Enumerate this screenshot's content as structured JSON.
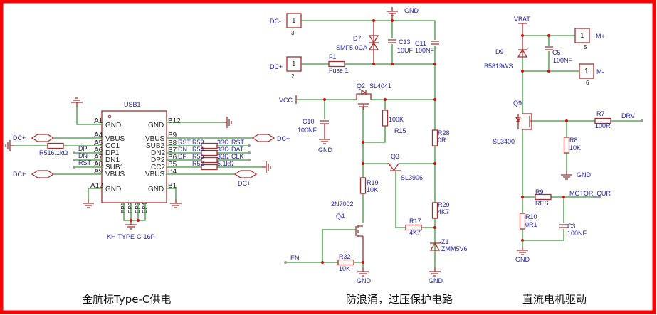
{
  "sections": {
    "usb_title": "金航标Type-C供电",
    "protection_title": "防浪涌，过压保护电路",
    "motor_title": "直流电机驱动"
  },
  "usb": {
    "ref": "USB1",
    "part": "KH-TYPE-C-16P",
    "left_pins": [
      {
        "num": "A1",
        "name": "GND"
      },
      {
        "num": "A4",
        "name": "VBUS"
      },
      {
        "num": "A5",
        "name": "CC1"
      },
      {
        "num": "A6",
        "name": "DP1"
      },
      {
        "num": "A7",
        "name": "DN1"
      },
      {
        "num": "A8",
        "name": "SUB1"
      },
      {
        "num": "A9",
        "name": "VBUS"
      },
      {
        "num": "A12",
        "name": "GND"
      }
    ],
    "right_pins": [
      {
        "num": "B12",
        "name": "GND"
      },
      {
        "num": "B9",
        "name": "VBUS"
      },
      {
        "num": "B8",
        "name": "SUB2"
      },
      {
        "num": "B7",
        "name": "DN2"
      },
      {
        "num": "B6",
        "name": "DP2"
      },
      {
        "num": "B5",
        "name": "CC2"
      },
      {
        "num": "B4",
        "name": "VBUS"
      },
      {
        "num": "B1",
        "name": "GND"
      }
    ],
    "ep_pins": [
      "EP1",
      "EP2",
      "EP3",
      "EP4"
    ],
    "left_nets": {
      "dc_plus_1": "DC+",
      "dc_plus_2": "DC+",
      "dp": "DP",
      "dn": "DN",
      "rst": "RST"
    },
    "r51": "R516.1kΩ",
    "right_nets": {
      "rst": "RST",
      "dn": "DN",
      "dp": "DP",
      "dc_plus_1": "DC+",
      "dc_plus_2": "DC+"
    },
    "right_res": [
      {
        "ref": "R53",
        "value": "33Ω",
        "net": "RST"
      },
      {
        "ref": "R54",
        "value": "33Ω",
        "net": "DAT"
      },
      {
        "ref": "R55",
        "value": "33Ω",
        "net": "CLK"
      },
      {
        "ref": "R52",
        "value": "5.1kΩ",
        "net": ""
      }
    ]
  },
  "protection": {
    "conn_dcminus": {
      "label": "DC-",
      "pin": "1",
      "num": "3"
    },
    "conn_dcplus": {
      "label": "DC+",
      "pin": "1",
      "num": "2"
    },
    "gnd_top": "GND",
    "d7": {
      "ref": "D7",
      "value": "SMF5.0CA"
    },
    "c13": {
      "ref": "C13",
      "value": "10UF"
    },
    "c11": {
      "ref": "C11",
      "value": "100NF"
    },
    "f1": {
      "ref": "F1",
      "value": "Fuse 1"
    },
    "q2": {
      "ref": "Q2",
      "value": "SL4041"
    },
    "vcc": "VCC",
    "c10": {
      "ref": "C10",
      "value": "100NF"
    },
    "gnd_c10": "GND",
    "r15": {
      "ref": "R15",
      "value": "100K"
    },
    "r28": {
      "ref": "R28",
      "value": "0R"
    },
    "q3": {
      "ref": "Q3",
      "value": "SL3906"
    },
    "r19": {
      "ref": "R19",
      "value": "10K"
    },
    "q4": {
      "ref": "Q4",
      "value": "2N7002"
    },
    "r29": {
      "ref": "R29",
      "value": "4K7"
    },
    "r17": {
      "ref": "R17",
      "value": "4K7"
    },
    "z1": {
      "ref": "Z1",
      "value": "ZMM5V6"
    },
    "en": "EN",
    "r32": {
      "ref": "R32",
      "value": "10K"
    },
    "gnd_q4": "GND",
    "gnd_z1": "GND"
  },
  "motor": {
    "vbat": "VBAT",
    "conn_mplus": {
      "label": "M+",
      "pin": "1",
      "num": "5"
    },
    "conn_mminus": {
      "label": "M-",
      "pin": "1",
      "num": "6"
    },
    "d9": {
      "ref": "D9",
      "value": "B5819WS"
    },
    "c5": {
      "ref": "C5",
      "value": "100NF"
    },
    "q9": {
      "ref": "Q9",
      "value": "SL3400"
    },
    "r7": {
      "ref": "R7",
      "value": "100R"
    },
    "drv": "DRV",
    "r8": {
      "ref": "R8",
      "value": "10K"
    },
    "gnd_r8": "GND",
    "r9": {
      "ref": "R9",
      "value": "RES"
    },
    "motor_cur": "MOTOR_CUR",
    "r10": {
      "ref": "R10",
      "value": "0R1"
    },
    "c3": {
      "ref": "C3",
      "value": "100NF"
    },
    "gnd_bottom": "GND"
  },
  "colors": {
    "border": "#ff0000",
    "wire": "#3a9a3a",
    "component": "#a53030",
    "label": "#2424a8",
    "junction": "#cc1010"
  }
}
